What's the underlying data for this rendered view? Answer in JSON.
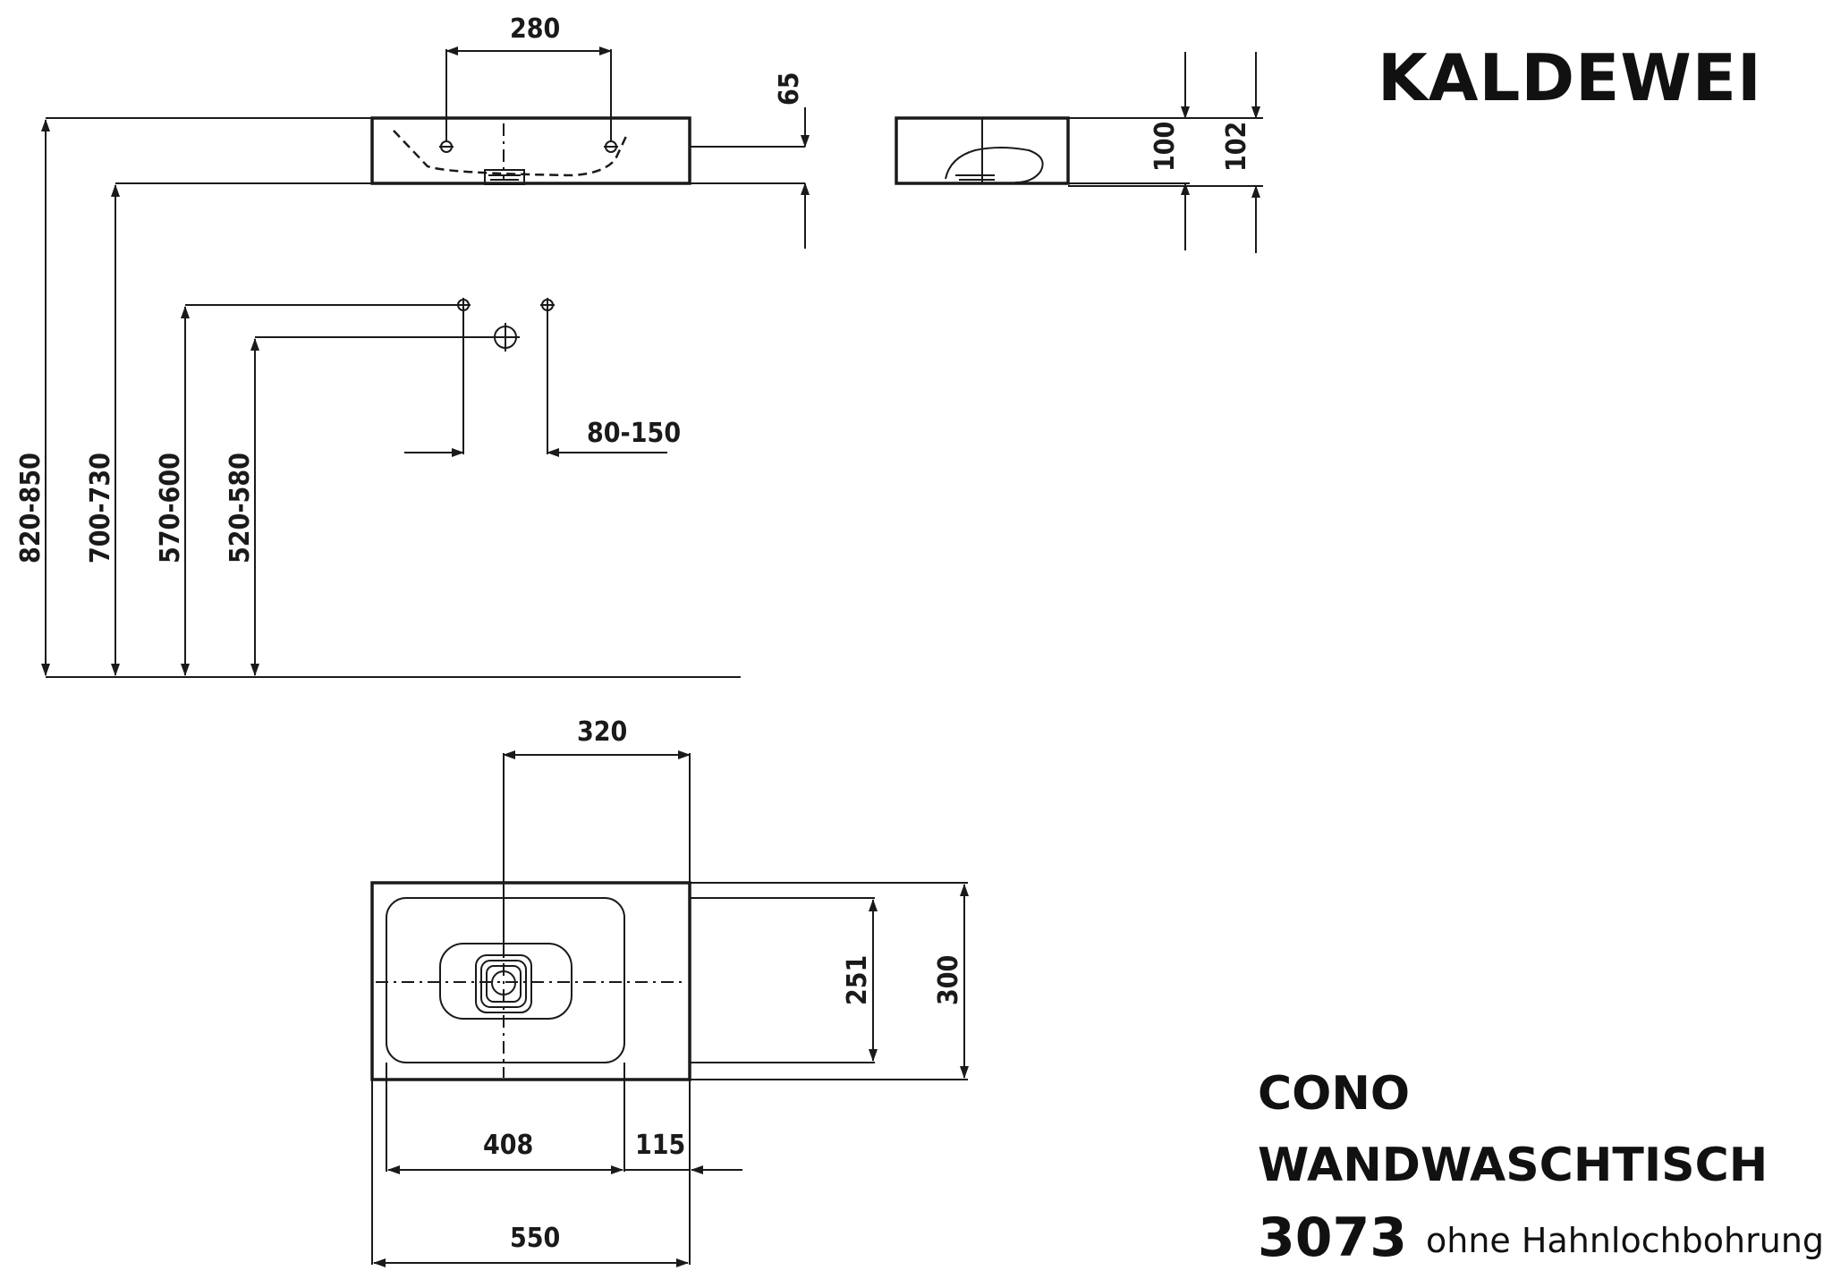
{
  "brand": {
    "name": "KALDEWEI"
  },
  "product": {
    "series": "CONO",
    "type": "WANDWASCHTISCH",
    "model": "3073",
    "variant": "ohne Hahnlochbohrung"
  },
  "dimensions": {
    "tap_spacing": "280",
    "top_offset": "65",
    "side_height_100": "100",
    "side_height_102": "102",
    "rim_height": "820-850",
    "underside_height": "700-730",
    "supply_height": "570-600",
    "drain_height": "520-580",
    "supply_spacing": "80-150",
    "drain_axis_offset": "320",
    "inner_depth": "251",
    "total_depth": "300",
    "basin_width": "408",
    "shelf_offset": "115",
    "total_width": "550"
  }
}
